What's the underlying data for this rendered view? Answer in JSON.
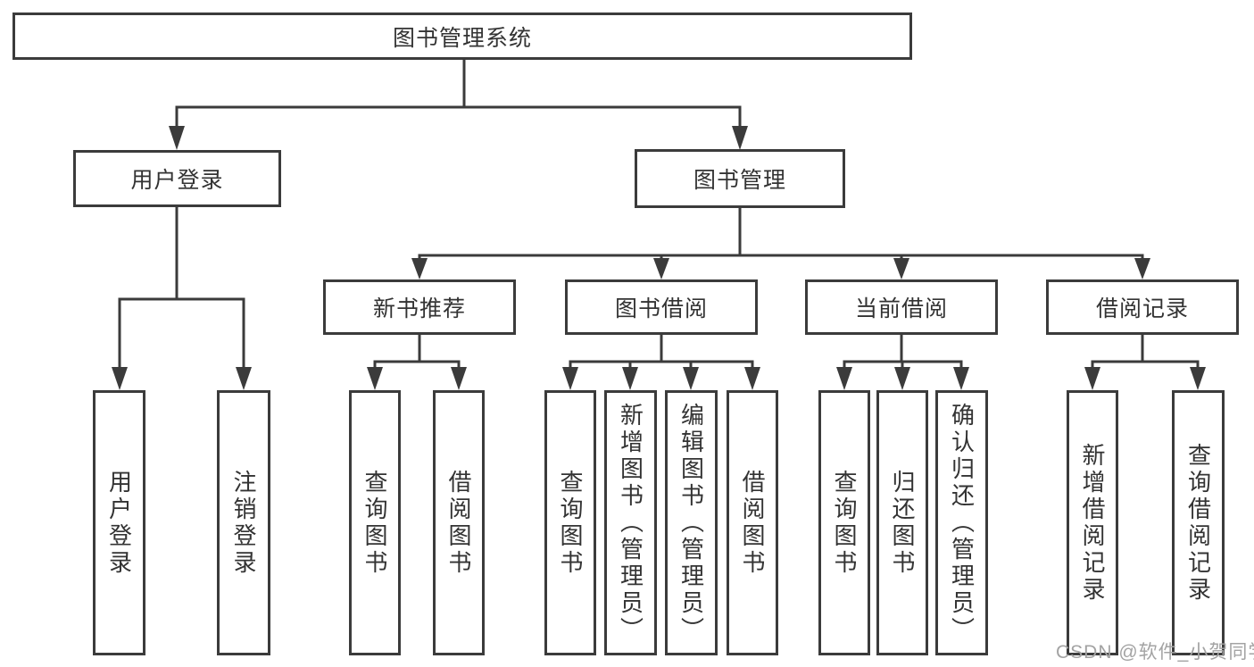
{
  "diagram": {
    "root": {
      "label": "图书管理系统",
      "children": [
        {
          "label": "用户登录",
          "children": [
            {
              "label": "用户登录"
            },
            {
              "label": "注销登录"
            }
          ]
        },
        {
          "label": "图书管理",
          "children": [
            {
              "label": "新书推荐",
              "children": [
                {
                  "label": "查询图书"
                },
                {
                  "label": "借阅图书"
                }
              ]
            },
            {
              "label": "图书借阅",
              "children": [
                {
                  "label": "查询图书"
                },
                {
                  "label": "新增图书（管理员）"
                },
                {
                  "label": "编辑图书（管理员）"
                },
                {
                  "label": "借阅图书"
                }
              ]
            },
            {
              "label": "当前借阅",
              "children": [
                {
                  "label": "查询图书"
                },
                {
                  "label": "归还图书"
                },
                {
                  "label": "确认归还（管理员）"
                }
              ]
            },
            {
              "label": "借阅记录",
              "children": [
                {
                  "label": "新增借阅记录"
                },
                {
                  "label": "查询借阅记录"
                }
              ]
            }
          ]
        }
      ]
    }
  },
  "watermark": {
    "text": "CSDN @软件_小贺同学"
  },
  "colors": {
    "line": "#3b3b3b",
    "text": "#333333",
    "watermark": "#a3a3a3",
    "background": "#ffffff"
  }
}
